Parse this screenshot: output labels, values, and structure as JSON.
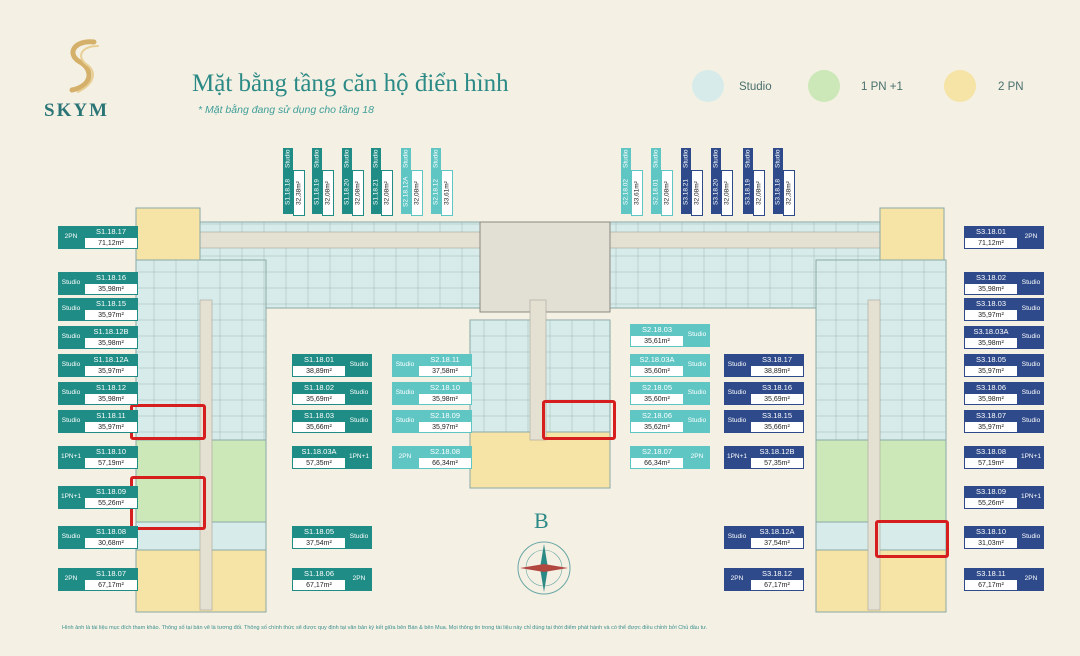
{
  "brand": {
    "name": "SKYM"
  },
  "header": {
    "title": "Mặt bằng tầng căn hộ điển hình",
    "subtitle": "* Mặt bằng đang sử dụng cho tầng 18"
  },
  "legend": [
    {
      "label": "Studio",
      "color": "#d7ecea"
    },
    {
      "label": "1 PN +1",
      "color": "#cce8b9"
    },
    {
      "label": "2 PN",
      "color": "#f6e3a6"
    }
  ],
  "colors": {
    "teal_dark": "#1f8c85",
    "teal_light": "#5fc6c4",
    "navy": "#2e4a8a",
    "studio_fill": "#d7ecea",
    "pn1_fill": "#cce8b9",
    "pn2_fill": "#f6e3a6",
    "highlight": "#d61e1e"
  },
  "top_labels_left": [
    {
      "type": "Studio",
      "code": "S1.18.18",
      "area": "32,38m²"
    },
    {
      "type": "Studio",
      "code": "S1.18.19",
      "area": "32,08m²"
    },
    {
      "type": "Studio",
      "code": "S1.18.20",
      "area": "32,08m²"
    },
    {
      "type": "Studio",
      "code": "S1.18.21",
      "area": "32,08m²"
    },
    {
      "type": "Studio",
      "code": "S2.18.12A",
      "area": "32,08m²"
    },
    {
      "type": "Studio",
      "code": "S2.18.12",
      "area": "33,61m²"
    }
  ],
  "top_labels_right": [
    {
      "type": "Studio",
      "code": "S2.18.02",
      "area": "33,61m²"
    },
    {
      "type": "Studio",
      "code": "S2.18.01",
      "area": "32,08m²"
    },
    {
      "type": "Studio",
      "code": "S3.18.21",
      "area": "32,08m²"
    },
    {
      "type": "Studio",
      "code": "S3.18.20",
      "area": "32,08m²"
    },
    {
      "type": "Studio",
      "code": "S3.18.19",
      "area": "32,08m²"
    },
    {
      "type": "Studio",
      "code": "S3.18.18",
      "area": "32,38m²"
    }
  ],
  "left_outer": [
    {
      "type": "2PN",
      "code": "S1.18.17",
      "area": "71,12m²"
    },
    {
      "type": "Studio",
      "code": "S1.18.16",
      "area": "35,98m²"
    },
    {
      "type": "Studio",
      "code": "S1.18.15",
      "area": "35,97m²"
    },
    {
      "type": "Studio",
      "code": "S1.18.12B",
      "area": "35,98m²"
    },
    {
      "type": "Studio",
      "code": "S1.18.12A",
      "area": "35,97m²"
    },
    {
      "type": "Studio",
      "code": "S1.18.12",
      "area": "35,98m²"
    },
    {
      "type": "Studio",
      "code": "S1.18.11",
      "area": "35,97m²"
    },
    {
      "type": "1PN+1",
      "code": "S1.18.10",
      "area": "57,19m²"
    },
    {
      "type": "1PN+1",
      "code": "S1.18.09",
      "area": "55,26m²"
    },
    {
      "type": "Studio",
      "code": "S1.18.08",
      "area": "30,68m²"
    },
    {
      "type": "2PN",
      "code": "S1.18.07",
      "area": "67,17m²"
    }
  ],
  "left_inner": [
    {
      "type": "Studio",
      "code": "S1.18.01",
      "area": "38,89m²"
    },
    {
      "type": "Studio",
      "code": "S1.18.02",
      "area": "35,69m²"
    },
    {
      "type": "Studio",
      "code": "S1.18.03",
      "area": "35,66m²"
    },
    {
      "type": "1PN+1",
      "code": "S1.18.03A",
      "area": "57,35m²"
    },
    {
      "type": "Studio",
      "code": "S1.18.05",
      "area": "37,54m²"
    },
    {
      "type": "2PN",
      "code": "S1.18.06",
      "area": "67,17m²"
    }
  ],
  "mid_left": [
    {
      "type": "Studio",
      "code": "S2.18.11",
      "area": "37,58m²"
    },
    {
      "type": "Studio",
      "code": "S2.18.10",
      "area": "35,98m²"
    },
    {
      "type": "Studio",
      "code": "S2.18.09",
      "area": "35,97m²"
    },
    {
      "type": "2PN",
      "code": "S2.18.08",
      "area": "66,34m²"
    }
  ],
  "mid_right": [
    {
      "type": "Studio",
      "code": "S2.18.03",
      "area": "35,61m²"
    },
    {
      "type": "Studio",
      "code": "S2.18.03A",
      "area": "35,60m²"
    },
    {
      "type": "Studio",
      "code": "S2.18.05",
      "area": "35,60m²"
    },
    {
      "type": "Studio",
      "code": "S2.18.06",
      "area": "35,62m²"
    },
    {
      "type": "2PN",
      "code": "S2.18.07",
      "area": "66,34m²"
    }
  ],
  "right_inner": [
    {
      "type": "Studio",
      "code": "S3.18.17",
      "area": "38,89m²"
    },
    {
      "type": "Studio",
      "code": "S3.18.16",
      "area": "35,69m²"
    },
    {
      "type": "Studio",
      "code": "S3.18.15",
      "area": "35,66m²"
    },
    {
      "type": "1PN+1",
      "code": "S3.18.12B",
      "area": "57,35m²"
    },
    {
      "type": "Studio",
      "code": "S3.18.12A",
      "area": "37,54m²"
    },
    {
      "type": "2PN",
      "code": "S3.18.12",
      "area": "67,17m²"
    }
  ],
  "right_outer": [
    {
      "type": "2PN",
      "code": "S3.18.01",
      "area": "71,12m²"
    },
    {
      "type": "Studio",
      "code": "S3.18.02",
      "area": "35,98m²"
    },
    {
      "type": "Studio",
      "code": "S3.18.03",
      "area": "35,97m²"
    },
    {
      "type": "Studio",
      "code": "S3.18.03A",
      "area": "35,98m²"
    },
    {
      "type": "Studio",
      "code": "S3.18.05",
      "area": "35,97m²"
    },
    {
      "type": "Studio",
      "code": "S3.18.06",
      "area": "35,98m²"
    },
    {
      "type": "Studio",
      "code": "S3.18.07",
      "area": "35,97m²"
    },
    {
      "type": "1PN+1",
      "code": "S3.18.08",
      "area": "57,19m²"
    },
    {
      "type": "1PN+1",
      "code": "S3.18.09",
      "area": "55,26m²"
    },
    {
      "type": "Studio",
      "code": "S3.18.10",
      "area": "31,03m²"
    },
    {
      "type": "2PN",
      "code": "S3.18.11",
      "area": "67,17m²"
    }
  ],
  "building_letter": "B",
  "footnote": "Hình ảnh là tài liệu mục đích tham khảo. Thông số tại bản vẽ là tương đối. Thông số chính thức sẽ được quy định tại văn bản ký kết giữa bên Bán & bên Mua. Mọi thông tin trong tài liệu này chỉ đúng tại thời điểm phát hành và có thể được điều chỉnh bởi Chủ đầu tư."
}
